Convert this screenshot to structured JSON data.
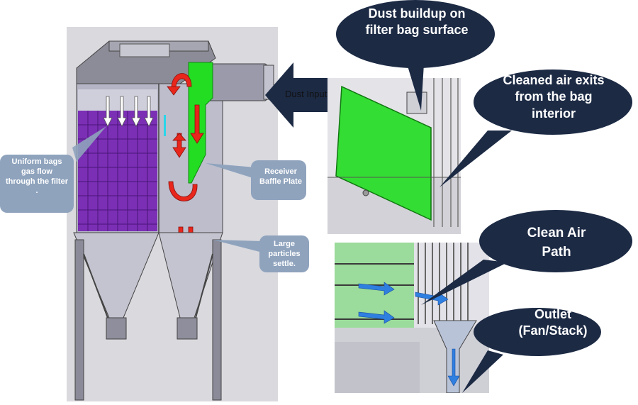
{
  "labels": {
    "dust_input": "Dust Input",
    "uniform_bags": "Uniform bags gas flow through the filter .",
    "receiver_baffle": "Receiver Baffle Plate",
    "large_particles": "Large particles settle.",
    "dust_buildup": "Dust buildup on filter bag surface",
    "cleaned_air": "Cleaned air exits from the bag interior",
    "clean_air_path": "Clean Air Path",
    "outlet": "Outlet (Fan/Stack)"
  },
  "colors": {
    "bag_purple": "#7b2fb5",
    "baffle_green": "#22dd22",
    "flow_red": "#e8261c",
    "bubble_navy": "#1c2a44",
    "callout_blue": "#8fa3bd",
    "steel_grey": "#9a9aaa",
    "clean_path_blue": "#2e7fe0"
  }
}
